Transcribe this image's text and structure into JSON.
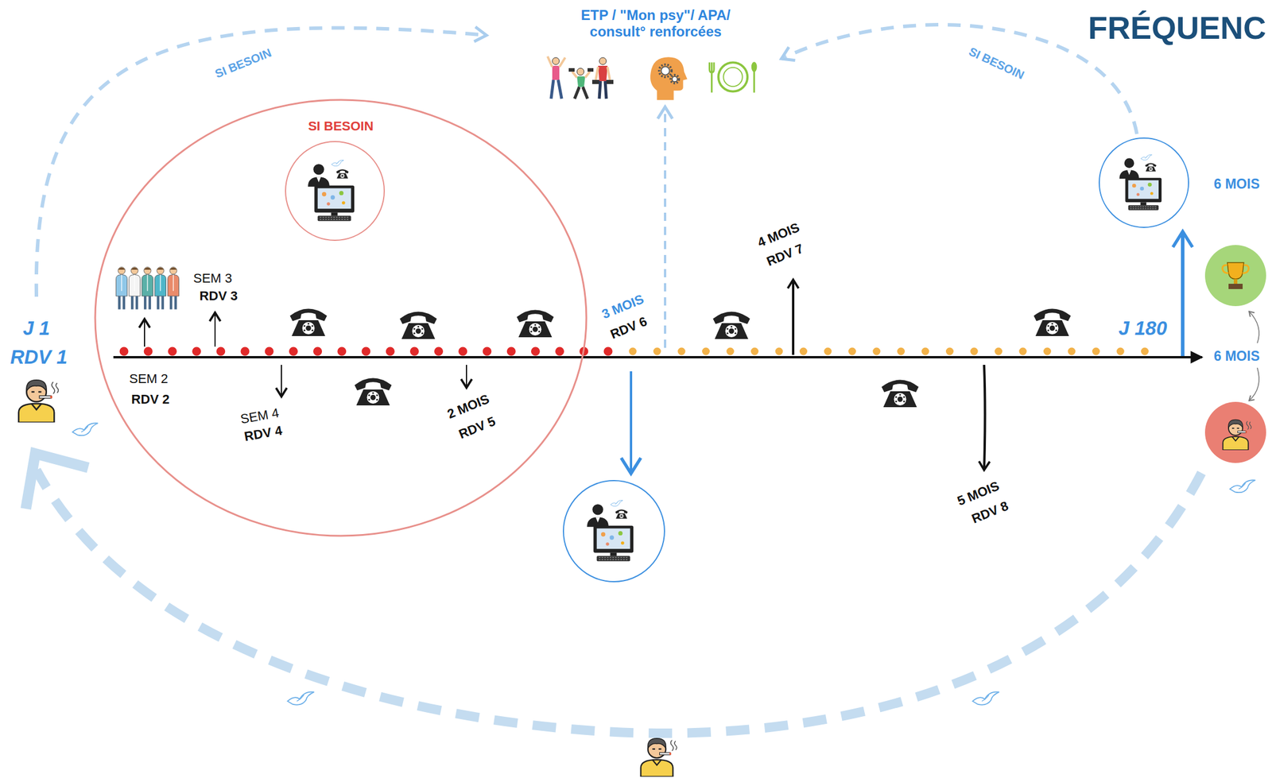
{
  "diagram": {
    "title": "FRÉQUENC",
    "nodes": [
      {
        "text": [
          "SI BESOIN"
        ]
      }
    ],
    "labels": [
      "ETP / \"Mon psy\"/ APA/ consult° renforcées",
      "SI BESOIN",
      "SI BESOIN",
      "J 1",
      "RDV 1",
      "SEM 2",
      "RDV 2",
      "SEM 3",
      "RDV 3",
      "SEM 4",
      "RDV 4",
      "2 MOIS",
      "RDV 5",
      "3 MOIS",
      "RDV 6",
      "4 MOIS",
      "RDV 7",
      "5 MOIS",
      "RDV 8",
      "J 180",
      "6 MOIS",
      "6 MOIS"
    ]
  }
}
